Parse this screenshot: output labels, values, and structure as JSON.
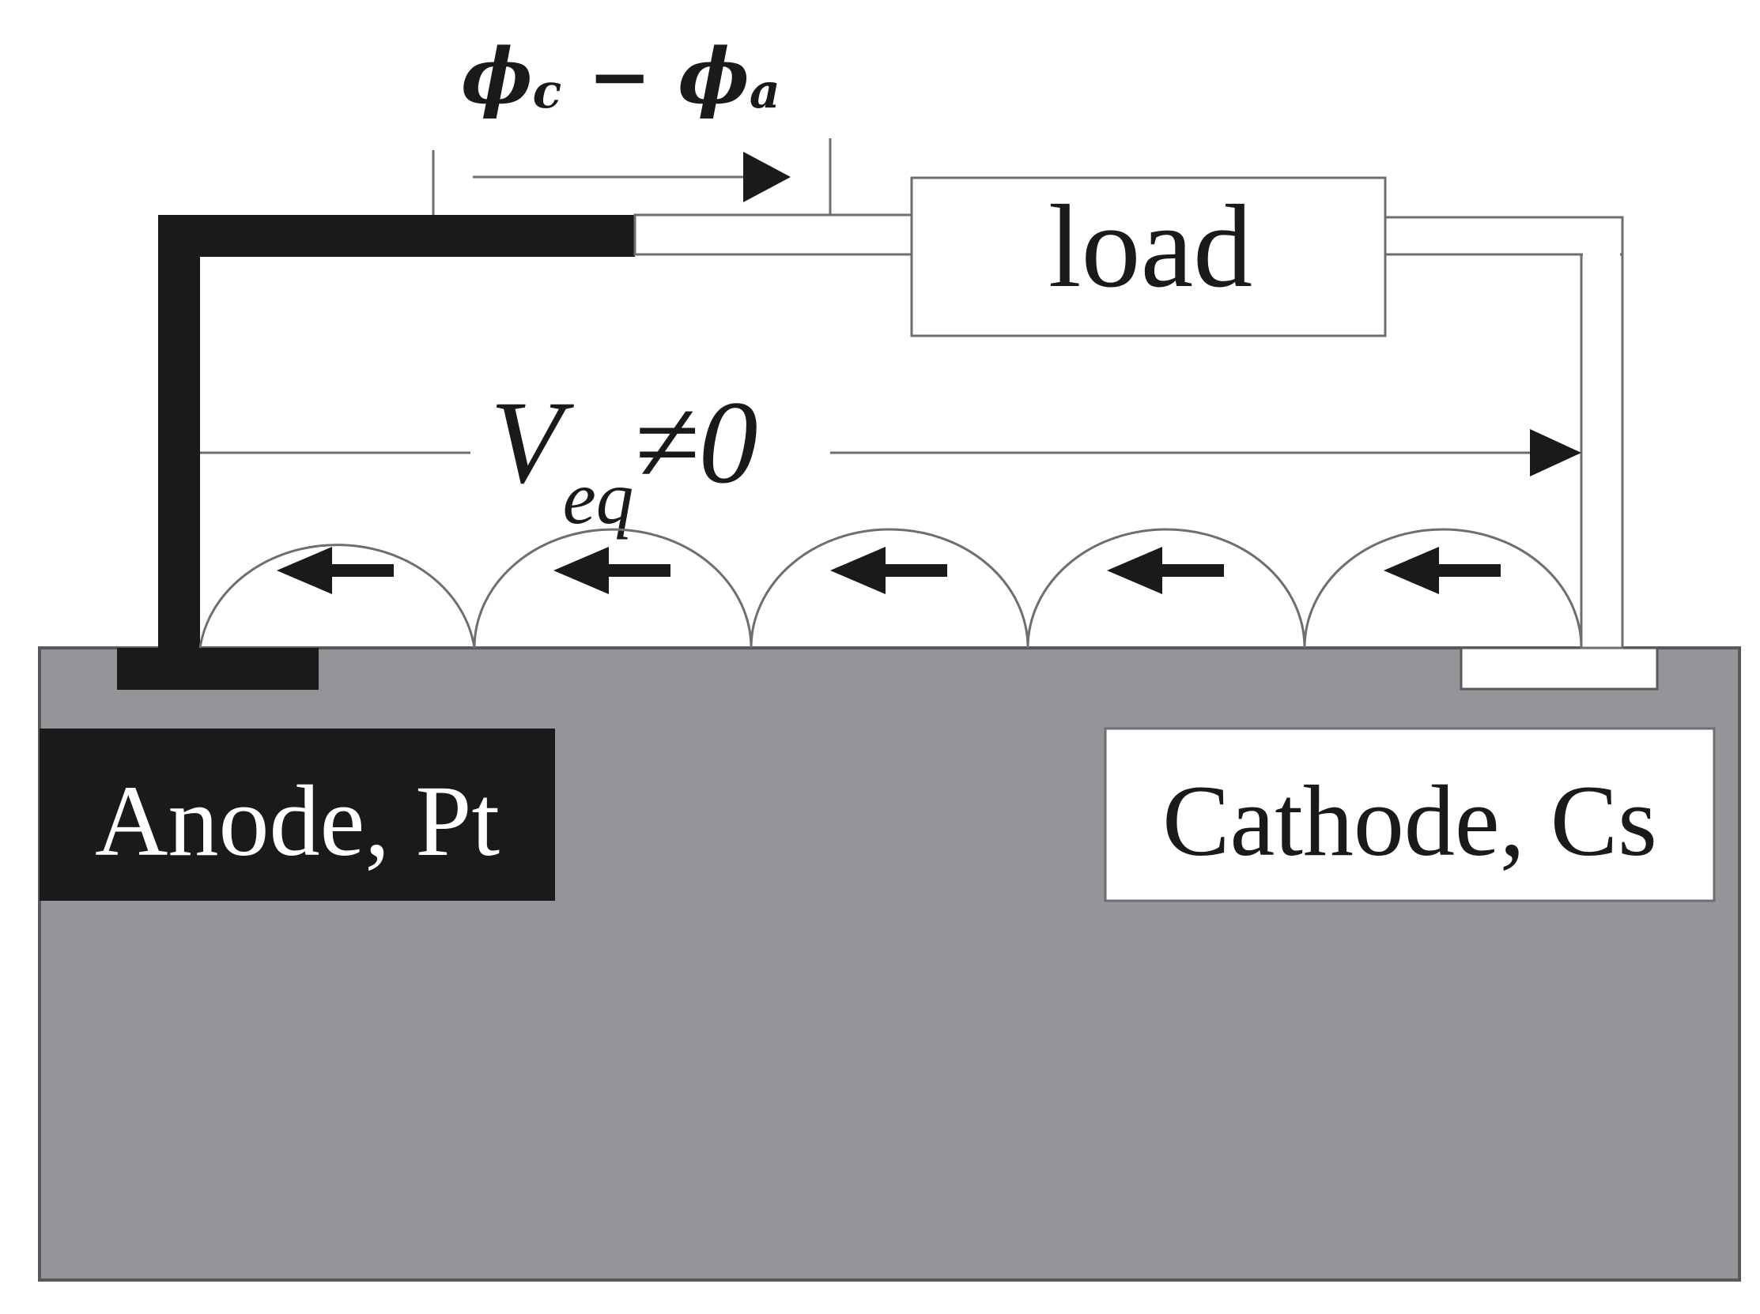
{
  "labels": {
    "potential_diff_phi_c": "ϕ",
    "potential_diff_sub_c": "c",
    "potential_diff_minus": " − ",
    "potential_diff_phi_a": "ϕ",
    "potential_diff_sub_a": "a",
    "load": "load",
    "veq_main": "V",
    "veq_sub": "eq",
    "veq_rel": "≠0",
    "anode": "Anode, Pt",
    "cathode": "Cathode, Cs"
  },
  "colors": {
    "background": "#ffffff",
    "substrate": "#939598",
    "substrate_border": "#58595b",
    "anode": "#1a1a1a",
    "cathode": "#ffffff",
    "line": "#6d6e71",
    "arrow": "#1a1a1a"
  },
  "icons": {
    "current_arrow": "left-arrow-icon",
    "direction_arrow": "right-arrow-icon"
  }
}
